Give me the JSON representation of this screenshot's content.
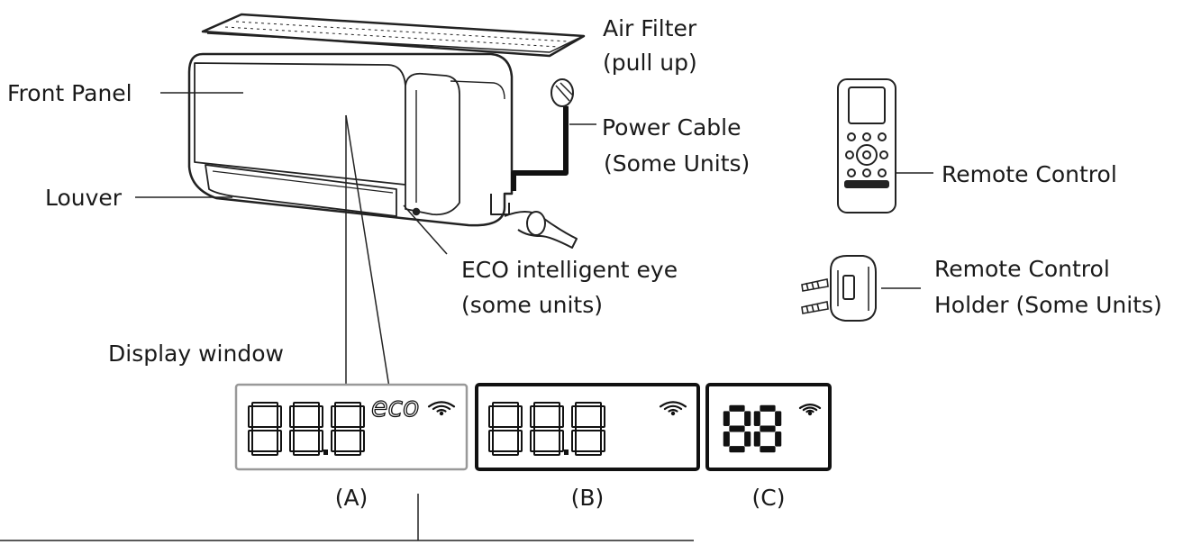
{
  "labels": {
    "air_filter": [
      "Air Filter",
      "(pull up)"
    ],
    "front_panel": "Front Panel",
    "power_cable": [
      "Power Cable",
      "(Some Units)"
    ],
    "remote_control": "Remote Control",
    "louver": "Louver",
    "eco_eye": [
      "ECO intelligent eye",
      "(some units)"
    ],
    "remote_holder": [
      "Remote Control",
      "Holder (Some Units)"
    ],
    "display_window": "Display window"
  },
  "displays": [
    {
      "id": "A",
      "caption": "(A)",
      "digits": "88.8",
      "eco_text": "eco",
      "wifi": true
    },
    {
      "id": "B",
      "caption": "(B)",
      "digits": "88.8",
      "wifi": true
    },
    {
      "id": "C",
      "caption": "(C)",
      "digits": "88",
      "wifi": true
    }
  ],
  "icons": [
    "wifi-icon",
    "remote-control-icon",
    "screw-icon",
    "remote-holder-icon",
    "air-conditioner-unit"
  ]
}
